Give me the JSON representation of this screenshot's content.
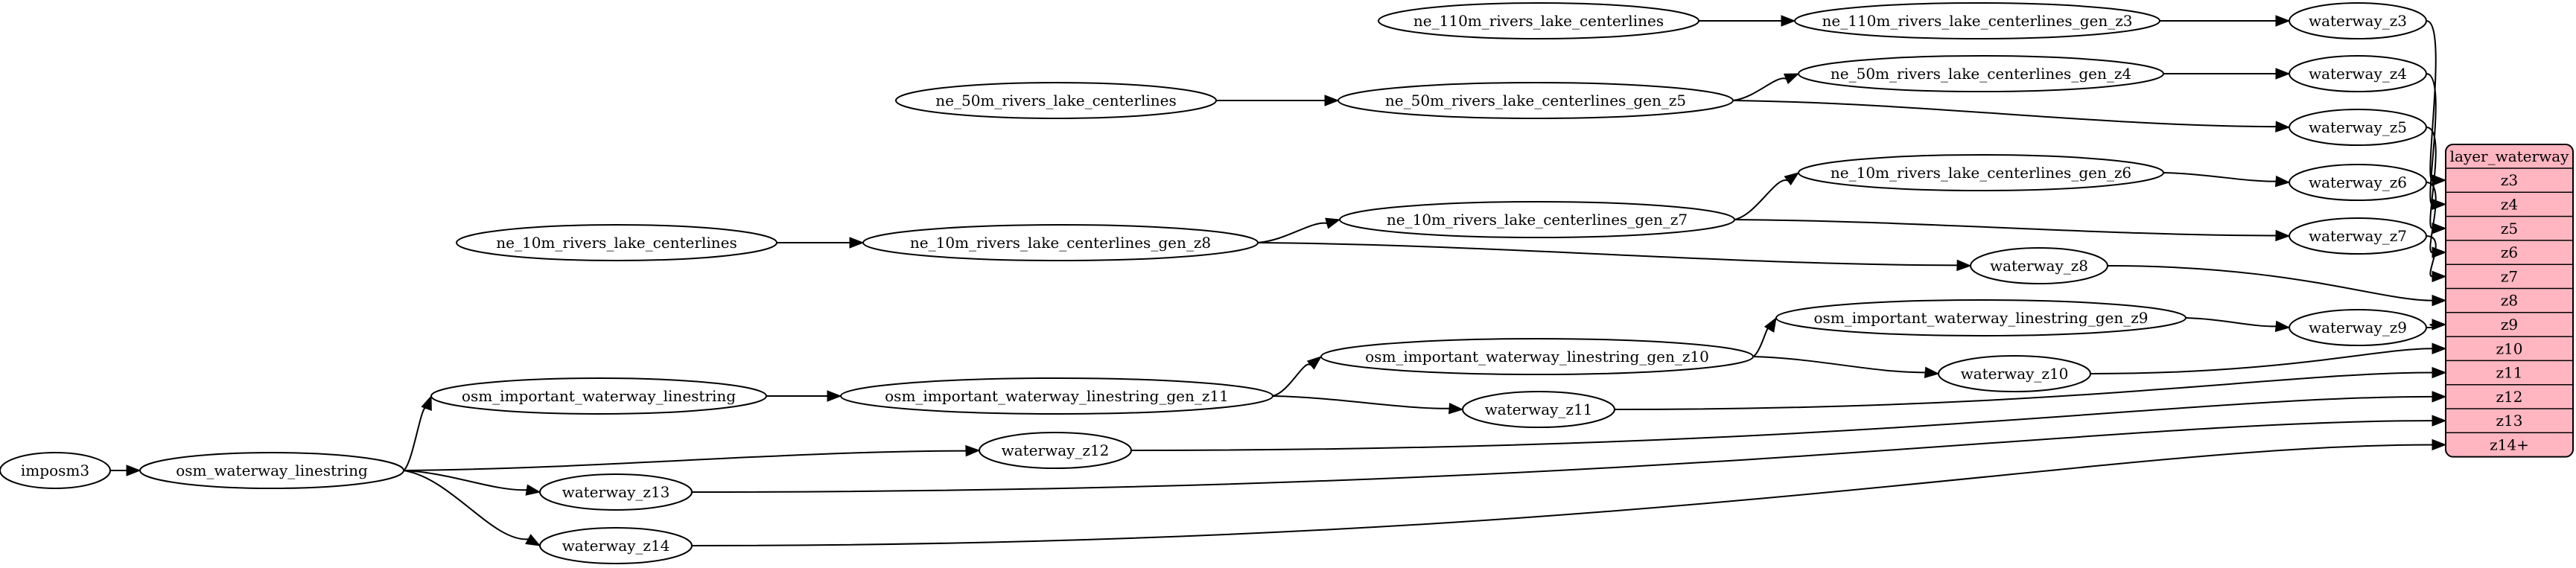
{
  "colors": {
    "background": "#ffffff",
    "stroke": "#000000",
    "layer_fill": "#ffb6c1"
  },
  "nodes": [
    {
      "id": "ne_110m_rivers_lake_centerlines",
      "label": "ne_110m_rivers_lake_centerlines"
    },
    {
      "id": "ne_110m_rivers_lake_centerlines_gen_z3",
      "label": "ne_110m_rivers_lake_centerlines_gen_z3"
    },
    {
      "id": "waterway_z3",
      "label": "waterway_z3"
    },
    {
      "id": "ne_50m_rivers_lake_centerlines",
      "label": "ne_50m_rivers_lake_centerlines"
    },
    {
      "id": "ne_50m_rivers_lake_centerlines_gen_z5",
      "label": "ne_50m_rivers_lake_centerlines_gen_z5"
    },
    {
      "id": "ne_50m_rivers_lake_centerlines_gen_z4",
      "label": "ne_50m_rivers_lake_centerlines_gen_z4"
    },
    {
      "id": "waterway_z4",
      "label": "waterway_z4"
    },
    {
      "id": "waterway_z5",
      "label": "waterway_z5"
    },
    {
      "id": "ne_10m_rivers_lake_centerlines_gen_z6",
      "label": "ne_10m_rivers_lake_centerlines_gen_z6"
    },
    {
      "id": "waterway_z6",
      "label": "waterway_z6"
    },
    {
      "id": "ne_10m_rivers_lake_centerlines_gen_z7",
      "label": "ne_10m_rivers_lake_centerlines_gen_z7"
    },
    {
      "id": "waterway_z7",
      "label": "waterway_z7"
    },
    {
      "id": "ne_10m_rivers_lake_centerlines",
      "label": "ne_10m_rivers_lake_centerlines"
    },
    {
      "id": "ne_10m_rivers_lake_centerlines_gen_z8",
      "label": "ne_10m_rivers_lake_centerlines_gen_z8"
    },
    {
      "id": "waterway_z8",
      "label": "waterway_z8"
    },
    {
      "id": "osm_important_waterway_linestring_gen_z9",
      "label": "osm_important_waterway_linestring_gen_z9"
    },
    {
      "id": "waterway_z9",
      "label": "waterway_z9"
    },
    {
      "id": "osm_important_waterway_linestring_gen_z10",
      "label": "osm_important_waterway_linestring_gen_z10"
    },
    {
      "id": "waterway_z10",
      "label": "waterway_z10"
    },
    {
      "id": "osm_important_waterway_linestring",
      "label": "osm_important_waterway_linestring"
    },
    {
      "id": "osm_important_waterway_linestring_gen_z11",
      "label": "osm_important_waterway_linestring_gen_z11"
    },
    {
      "id": "waterway_z11",
      "label": "waterway_z11"
    },
    {
      "id": "imposm3",
      "label": "imposm3"
    },
    {
      "id": "osm_waterway_linestring",
      "label": "osm_waterway_linestring"
    },
    {
      "id": "waterway_z12",
      "label": "waterway_z12"
    },
    {
      "id": "waterway_z13",
      "label": "waterway_z13"
    },
    {
      "id": "waterway_z14",
      "label": "waterway_z14"
    }
  ],
  "layer": {
    "title": "layer_waterway",
    "rows": [
      "z3",
      "z4",
      "z5",
      "z6",
      "z7",
      "z8",
      "z9",
      "z10",
      "z11",
      "z12",
      "z13",
      "z14+"
    ]
  },
  "edges": [
    {
      "from": "ne_110m_rivers_lake_centerlines",
      "to": "ne_110m_rivers_lake_centerlines_gen_z3"
    },
    {
      "from": "ne_110m_rivers_lake_centerlines_gen_z3",
      "to": "waterway_z3"
    },
    {
      "from": "ne_50m_rivers_lake_centerlines",
      "to": "ne_50m_rivers_lake_centerlines_gen_z5"
    },
    {
      "from": "ne_50m_rivers_lake_centerlines_gen_z5",
      "to": "ne_50m_rivers_lake_centerlines_gen_z4"
    },
    {
      "from": "ne_50m_rivers_lake_centerlines_gen_z4",
      "to": "waterway_z4"
    },
    {
      "from": "ne_50m_rivers_lake_centerlines_gen_z5",
      "to": "waterway_z5"
    },
    {
      "from": "ne_10m_rivers_lake_centerlines_gen_z7",
      "to": "ne_10m_rivers_lake_centerlines_gen_z6"
    },
    {
      "from": "ne_10m_rivers_lake_centerlines_gen_z6",
      "to": "waterway_z6"
    },
    {
      "from": "ne_10m_rivers_lake_centerlines_gen_z7",
      "to": "waterway_z7"
    },
    {
      "from": "ne_10m_rivers_lake_centerlines",
      "to": "ne_10m_rivers_lake_centerlines_gen_z8"
    },
    {
      "from": "ne_10m_rivers_lake_centerlines_gen_z8",
      "to": "ne_10m_rivers_lake_centerlines_gen_z7"
    },
    {
      "from": "ne_10m_rivers_lake_centerlines_gen_z8",
      "to": "waterway_z8"
    },
    {
      "from": "osm_important_waterway_linestring_gen_z10",
      "to": "osm_important_waterway_linestring_gen_z9"
    },
    {
      "from": "osm_important_waterway_linestring_gen_z9",
      "to": "waterway_z9"
    },
    {
      "from": "osm_important_waterway_linestring_gen_z10",
      "to": "waterway_z10"
    },
    {
      "from": "osm_important_waterway_linestring",
      "to": "osm_important_waterway_linestring_gen_z11"
    },
    {
      "from": "osm_important_waterway_linestring_gen_z11",
      "to": "osm_important_waterway_linestring_gen_z10"
    },
    {
      "from": "osm_important_waterway_linestring_gen_z11",
      "to": "waterway_z11"
    },
    {
      "from": "imposm3",
      "to": "osm_waterway_linestring"
    },
    {
      "from": "osm_waterway_linestring",
      "to": "osm_important_waterway_linestring"
    },
    {
      "from": "osm_waterway_linestring",
      "to": "waterway_z12"
    },
    {
      "from": "osm_waterway_linestring",
      "to": "waterway_z13"
    },
    {
      "from": "osm_waterway_linestring",
      "to": "waterway_z14"
    },
    {
      "from": "waterway_z3",
      "to": "layer:z3"
    },
    {
      "from": "waterway_z4",
      "to": "layer:z4"
    },
    {
      "from": "waterway_z5",
      "to": "layer:z5"
    },
    {
      "from": "waterway_z6",
      "to": "layer:z6"
    },
    {
      "from": "waterway_z7",
      "to": "layer:z7"
    },
    {
      "from": "waterway_z8",
      "to": "layer:z8"
    },
    {
      "from": "waterway_z9",
      "to": "layer:z9"
    },
    {
      "from": "waterway_z10",
      "to": "layer:z10"
    },
    {
      "from": "waterway_z11",
      "to": "layer:z11"
    },
    {
      "from": "waterway_z12",
      "to": "layer:z12"
    },
    {
      "from": "waterway_z13",
      "to": "layer:z13"
    },
    {
      "from": "waterway_z14",
      "to": "layer:z14+"
    }
  ]
}
